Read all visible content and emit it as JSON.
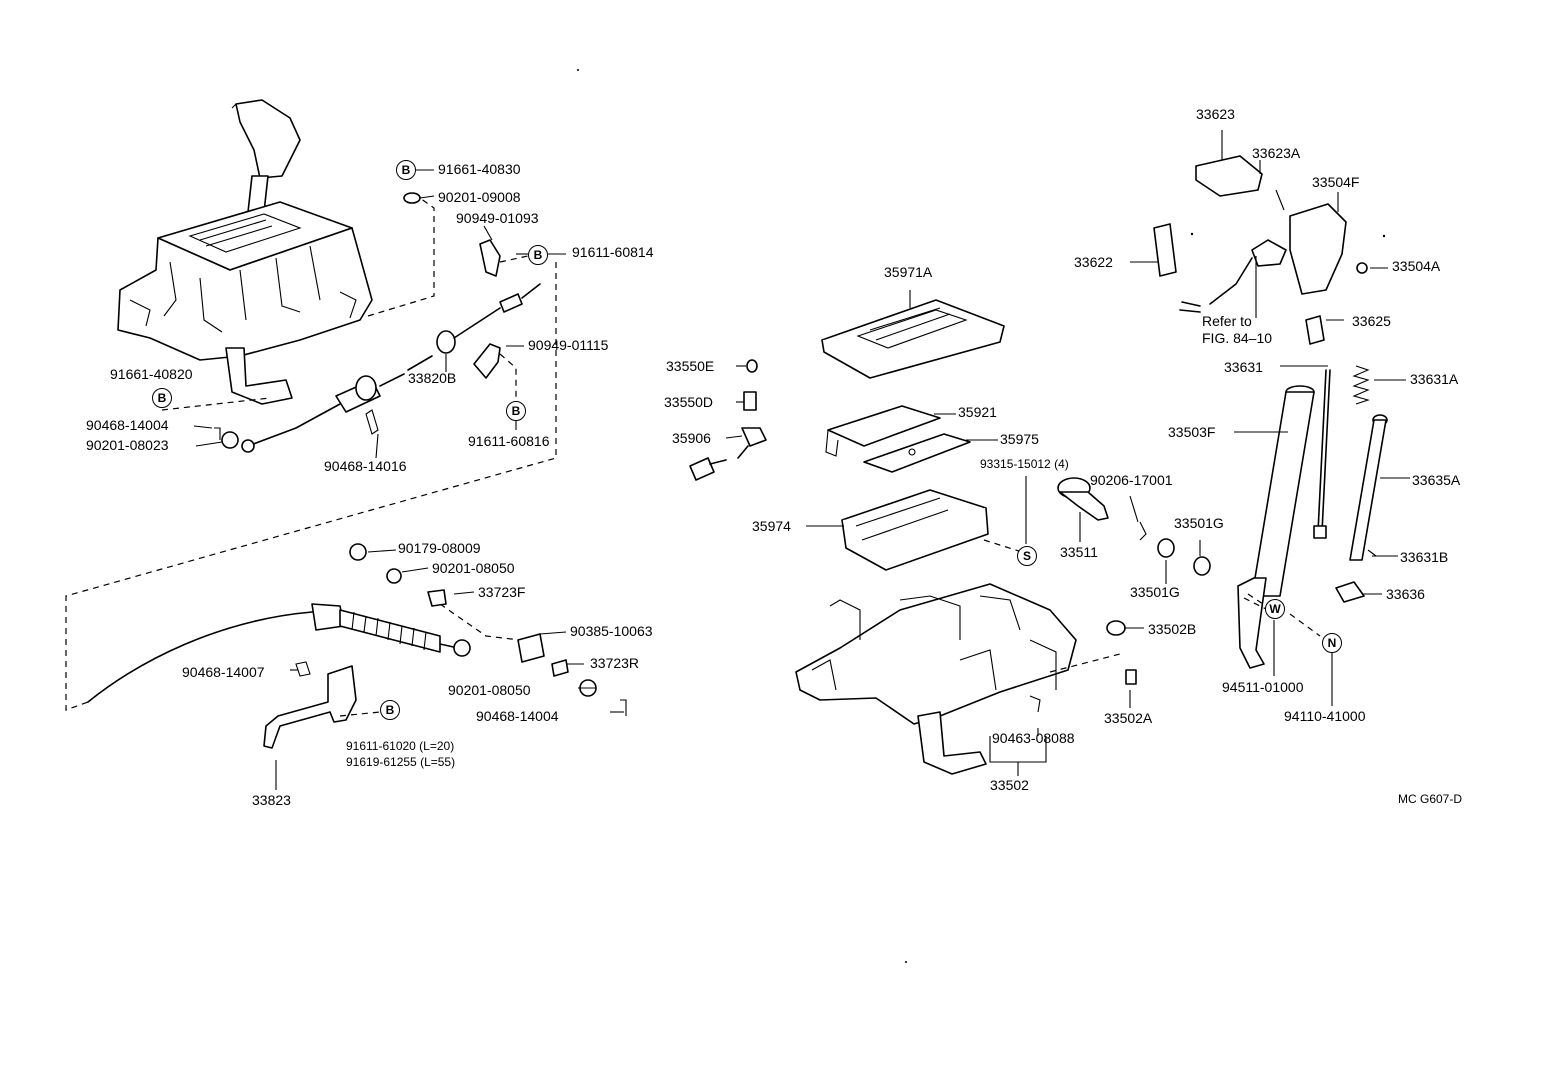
{
  "labels": [
    {
      "id": "p91661_40830",
      "text": "91661-40830"
    },
    {
      "id": "p90201_09008",
      "text": "90201-09008"
    },
    {
      "id": "p90949_01093",
      "text": "90949-01093"
    },
    {
      "id": "p91611_60814",
      "text": "91611-60814"
    },
    {
      "id": "p90949_01115",
      "text": "90949-01115"
    },
    {
      "id": "p91661_40820",
      "text": "91661-40820"
    },
    {
      "id": "p33820B",
      "text": "33820B"
    },
    {
      "id": "p90468_14004a",
      "text": "90468-14004"
    },
    {
      "id": "p90201_08023",
      "text": "90201-08023"
    },
    {
      "id": "p91611_60816",
      "text": "91611-60816"
    },
    {
      "id": "p90468_14016",
      "text": "90468-14016"
    },
    {
      "id": "p90179_08009",
      "text": "90179-08009"
    },
    {
      "id": "p90201_08050a",
      "text": "90201-08050"
    },
    {
      "id": "p33723F",
      "text": "33723F"
    },
    {
      "id": "p90385_10063",
      "text": "90385-10063"
    },
    {
      "id": "p33723R",
      "text": "33723R"
    },
    {
      "id": "p90468_14007",
      "text": "90468-14007"
    },
    {
      "id": "p90201_08050b",
      "text": "90201-08050"
    },
    {
      "id": "p90468_14004b",
      "text": "90468-14004"
    },
    {
      "id": "p91611_61020",
      "text": "91611-61020 (L=20)"
    },
    {
      "id": "p91619_61255",
      "text": "91619-61255 (L=55)"
    },
    {
      "id": "p33823",
      "text": "33823"
    },
    {
      "id": "p35971A",
      "text": "35971A"
    },
    {
      "id": "p33550E",
      "text": "33550E"
    },
    {
      "id": "p33550D",
      "text": "33550D"
    },
    {
      "id": "p35906",
      "text": "35906"
    },
    {
      "id": "p35921",
      "text": "35921"
    },
    {
      "id": "p35975",
      "text": "35975"
    },
    {
      "id": "p93315_15012",
      "text": "93315-15012 (4)"
    },
    {
      "id": "p35974",
      "text": "35974"
    },
    {
      "id": "p90206_17001",
      "text": "90206-17001"
    },
    {
      "id": "p33511",
      "text": "33511"
    },
    {
      "id": "p33501G_a",
      "text": "33501G"
    },
    {
      "id": "p33501G_b",
      "text": "33501G"
    },
    {
      "id": "p33502B",
      "text": "33502B"
    },
    {
      "id": "p33502A",
      "text": "33502A"
    },
    {
      "id": "p90463_08088",
      "text": "90463-08088"
    },
    {
      "id": "p33502",
      "text": "33502"
    },
    {
      "id": "p33623",
      "text": "33623"
    },
    {
      "id": "p33623A",
      "text": "33623A"
    },
    {
      "id": "p33504F",
      "text": "33504F"
    },
    {
      "id": "p33622",
      "text": "33622"
    },
    {
      "id": "p33504A",
      "text": "33504A"
    },
    {
      "id": "p33625",
      "text": "33625"
    },
    {
      "id": "p33631",
      "text": "33631"
    },
    {
      "id": "p33631A",
      "text": "33631A"
    },
    {
      "id": "p33503F",
      "text": "33503F"
    },
    {
      "id": "p33635A",
      "text": "33635A"
    },
    {
      "id": "p33631B",
      "text": "33631B"
    },
    {
      "id": "p33636",
      "text": "33636"
    },
    {
      "id": "p94511_01000",
      "text": "94511-01000"
    },
    {
      "id": "p94110_41000",
      "text": "94110-41000"
    }
  ],
  "reference": {
    "line1": "Refer to",
    "line2": "FIG. 84–10"
  },
  "markers": {
    "B": "B",
    "S": "S",
    "W": "W",
    "N": "N"
  },
  "figure_code": "MC G607-D"
}
